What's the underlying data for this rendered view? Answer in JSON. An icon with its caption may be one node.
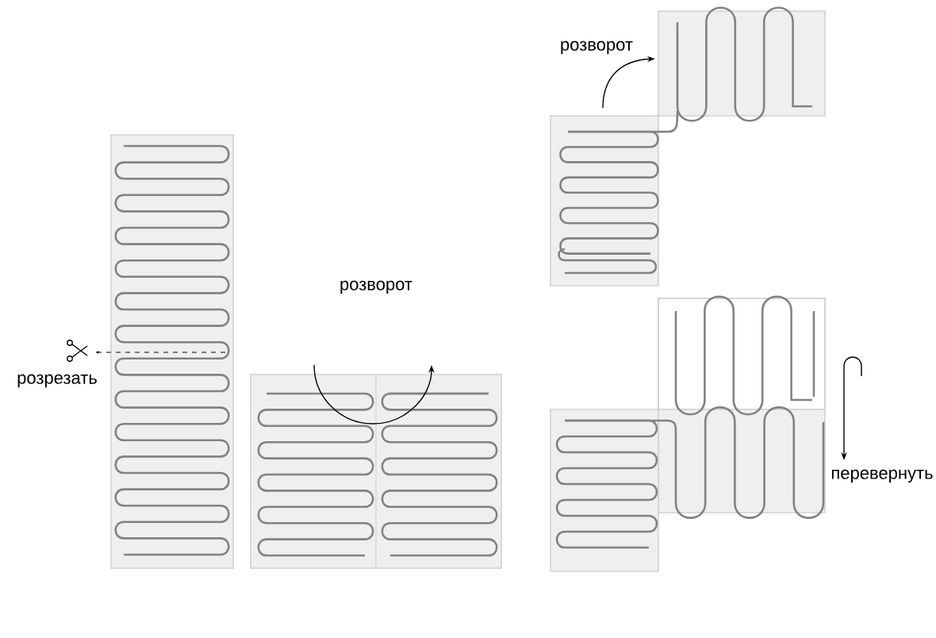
{
  "diagram": {
    "labels": [
      "розворот",
      "розворот",
      "розрезать",
      "перевернуть"
    ]
  }
}
